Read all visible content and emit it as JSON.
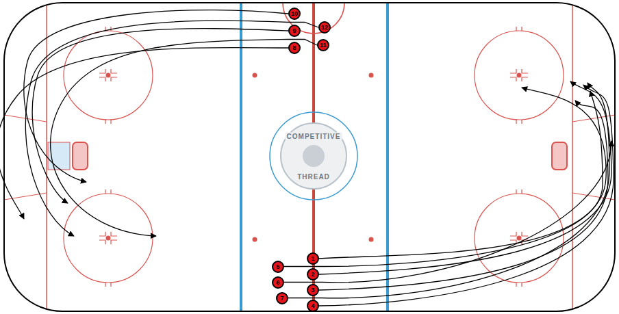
{
  "diagram": {
    "nodes": [
      {
        "text": [
          "10"
        ]
      },
      {
        "text": [
          "9"
        ]
      },
      {
        "text": [
          "12"
        ]
      },
      {
        "text": [
          "8"
        ]
      },
      {
        "text": [
          "11"
        ]
      },
      {
        "text": [
          "5"
        ]
      },
      {
        "text": [
          "1"
        ]
      },
      {
        "text": [
          "2"
        ]
      },
      {
        "text": [
          "6"
        ]
      },
      {
        "text": [
          "3"
        ]
      },
      {
        "text": [
          "7"
        ]
      },
      {
        "text": [
          "4"
        ]
      }
    ],
    "labels": [
      "COMPETITIVE",
      "THREAD"
    ]
  }
}
